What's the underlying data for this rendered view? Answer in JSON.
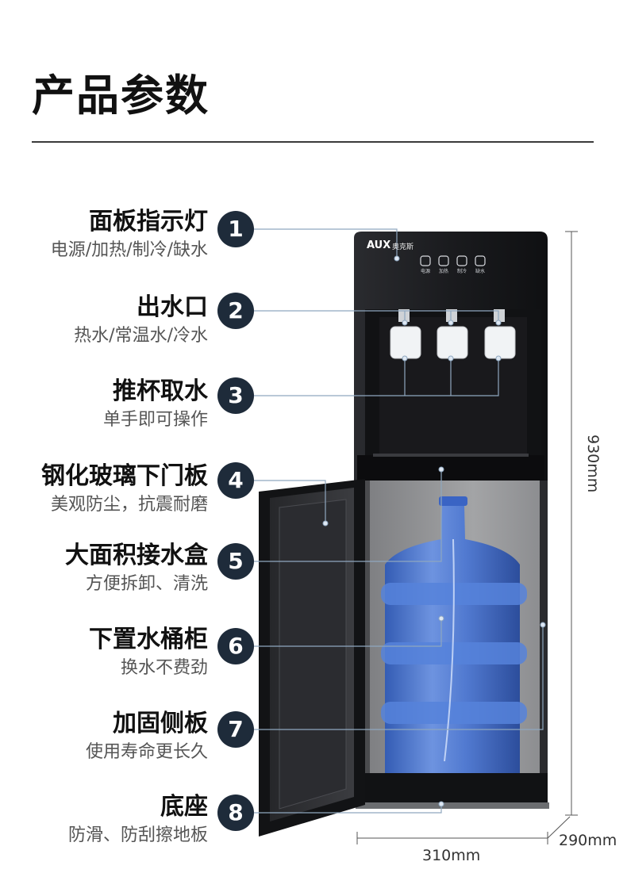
{
  "page": {
    "title": "产品参数"
  },
  "features": [
    {
      "num": "1",
      "title": "面板指示灯",
      "desc": "电源/加热/制冷/缺水"
    },
    {
      "num": "2",
      "title": "出水口",
      "desc": "热水/常温水/冷水"
    },
    {
      "num": "3",
      "title": "推杯取水",
      "desc": "单手即可操作"
    },
    {
      "num": "4",
      "title": "钢化玻璃下门板",
      "desc": "美观防尘，抗震耐磨"
    },
    {
      "num": "5",
      "title": "大面积接水盒",
      "desc": "方便拆卸、清洗"
    },
    {
      "num": "6",
      "title": "下置水桶柜",
      "desc": "换水不费劲"
    },
    {
      "num": "7",
      "title": "加固侧板",
      "desc": "使用寿命更长久"
    },
    {
      "num": "8",
      "title": "底座",
      "desc": "防滑、防刮擦地板"
    }
  ],
  "product": {
    "brand": "AUX",
    "brand_cn": "奥克斯",
    "panel_buttons": [
      "电源",
      "加热",
      "制冷",
      "缺水"
    ]
  },
  "dimensions": {
    "height": "930mm",
    "width": "310mm",
    "depth": "290mm"
  },
  "colors": {
    "badge": "#1e2b3a",
    "machine_body": "#1c1d20",
    "bottle": "#3d6fd0",
    "leader_line": "#8fa7bf"
  }
}
